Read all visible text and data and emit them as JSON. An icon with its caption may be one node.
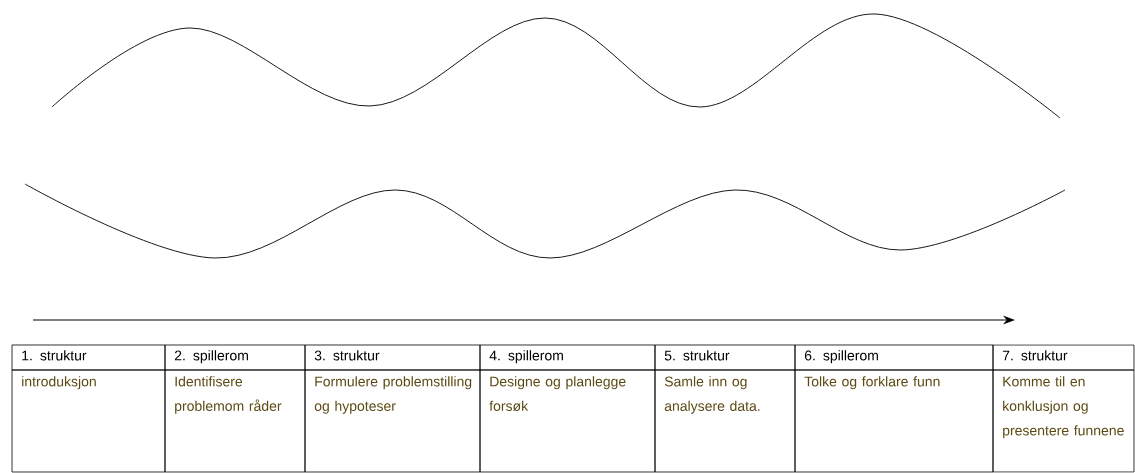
{
  "diagram": {
    "labels": [
      "1. struktur",
      "2. spillerom",
      "3. struktur",
      "4. spillerom",
      "5. struktur",
      "6. spillerom",
      "7. struktur",
      "introduksjon",
      "Identifisere problemom råder",
      "Formulere problemstilling og hypoteser",
      "Designe og planlegge forsøk",
      "Samle inn og analysere data.",
      "Tolke og forklare funn",
      "Komme til en konklusjon og presentere funnene"
    ]
  }
}
